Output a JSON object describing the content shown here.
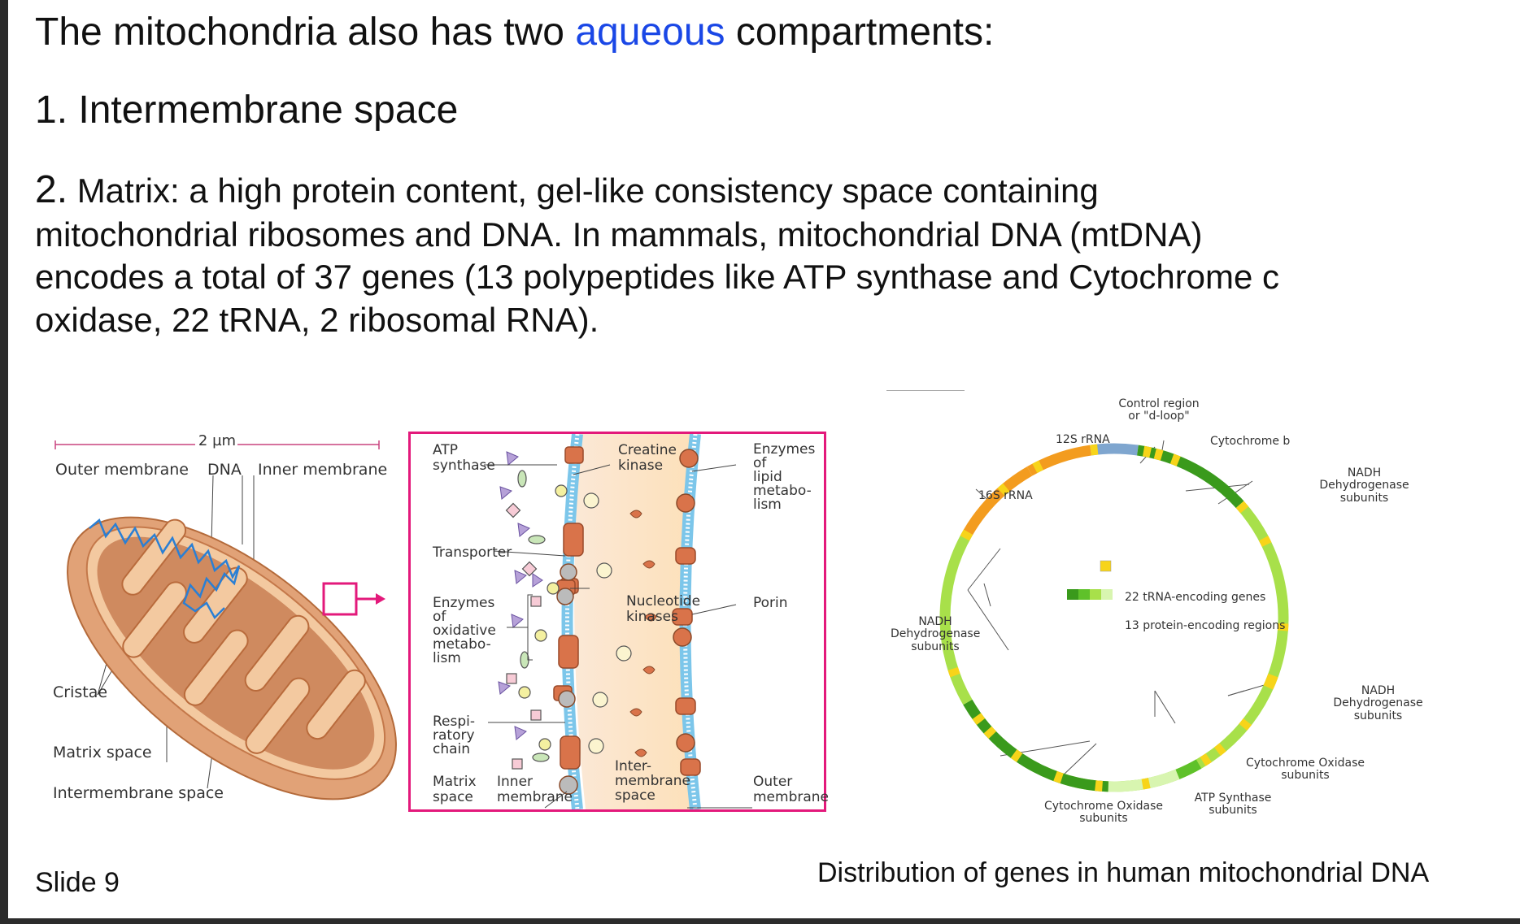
{
  "heading": {
    "prefix": "The mitochondria also has two ",
    "highlight": "aqueous",
    "suffix": " compartments:"
  },
  "item1": "1. Intermembrane space",
  "item2": {
    "num": "2.",
    "line1": " Matrix: a high protein content, gel-like consistency space containing",
    "line2": "mitochondrial ribosomes and DNA. In mammals, mitochondrial DNA (mtDNA)",
    "line3": " encodes a total of 37 genes (13 polypeptides like ATP synthase and Cytochrome c",
    "line4": "oxidase, 22 tRNA, 2 ribosomal RNA)."
  },
  "mito_labels": {
    "scale": "2 µm",
    "outer": "Outer membrane",
    "dna": "DNA",
    "inner": "Inner membrane",
    "cristae": "Cristae",
    "matrix": "Matrix space",
    "intermembrane": "Intermembrane space"
  },
  "zoom_labels": {
    "atp": [
      "ATP",
      "synthase"
    ],
    "creatine": [
      "Creatine",
      "kinase"
    ],
    "enzymes_lipid": [
      "Enzymes",
      "of",
      "lipid",
      "metabo-",
      "lism"
    ],
    "transporter": "Transporter",
    "enzymes_ox": [
      "Enzymes",
      "of",
      "oxidative",
      "metabo-",
      "lism"
    ],
    "nucleotide": [
      "Nucleotide",
      "kinases"
    ],
    "porin": "Porin",
    "resp": [
      "Respi-",
      "ratory",
      "chain"
    ],
    "matrix": [
      "Matrix",
      "space"
    ],
    "inner": [
      "Inner",
      "membrane"
    ],
    "inter": [
      "Inter-",
      "membrane",
      "space"
    ],
    "outer": [
      "Outer",
      "membrane"
    ]
  },
  "mtdna_labels": {
    "control": [
      "Control region",
      "or \"d-loop\""
    ],
    "r12s": "12S rRNA",
    "cytb": "Cytochrome b",
    "r16s": "16S rRNA",
    "nadh_tr": [
      "NADH",
      "Dehydrogenase",
      "subunits"
    ],
    "legend_trna": "22 tRNA-encoding genes",
    "legend_protein": "13 protein-encoding regions",
    "nadh_l": [
      "NADH",
      "Dehydrogenase",
      "subunits"
    ],
    "nadh_r": [
      "NADH",
      "Dehydrogenase",
      "subunits"
    ],
    "cox_r": [
      "Cytochrome Oxidase",
      "subunits"
    ],
    "atp": [
      "ATP Synthase",
      "subunits"
    ],
    "cox_b": [
      "Cytochrome Oxidase",
      "subunits"
    ]
  },
  "caption": "Distribution of genes in human mitochondrial DNA",
  "footer": "Slide 9",
  "colors": {
    "accent": "#1a47e6",
    "frame": "#e3197b",
    "orange": "#f39c1f",
    "green_dark": "#3a9a1c",
    "green": "#5fc12a",
    "green_light": "#a8e04a",
    "green_pale": "#d8f5b0",
    "trna": "#f7d41a",
    "control": "#7fa6cf"
  }
}
